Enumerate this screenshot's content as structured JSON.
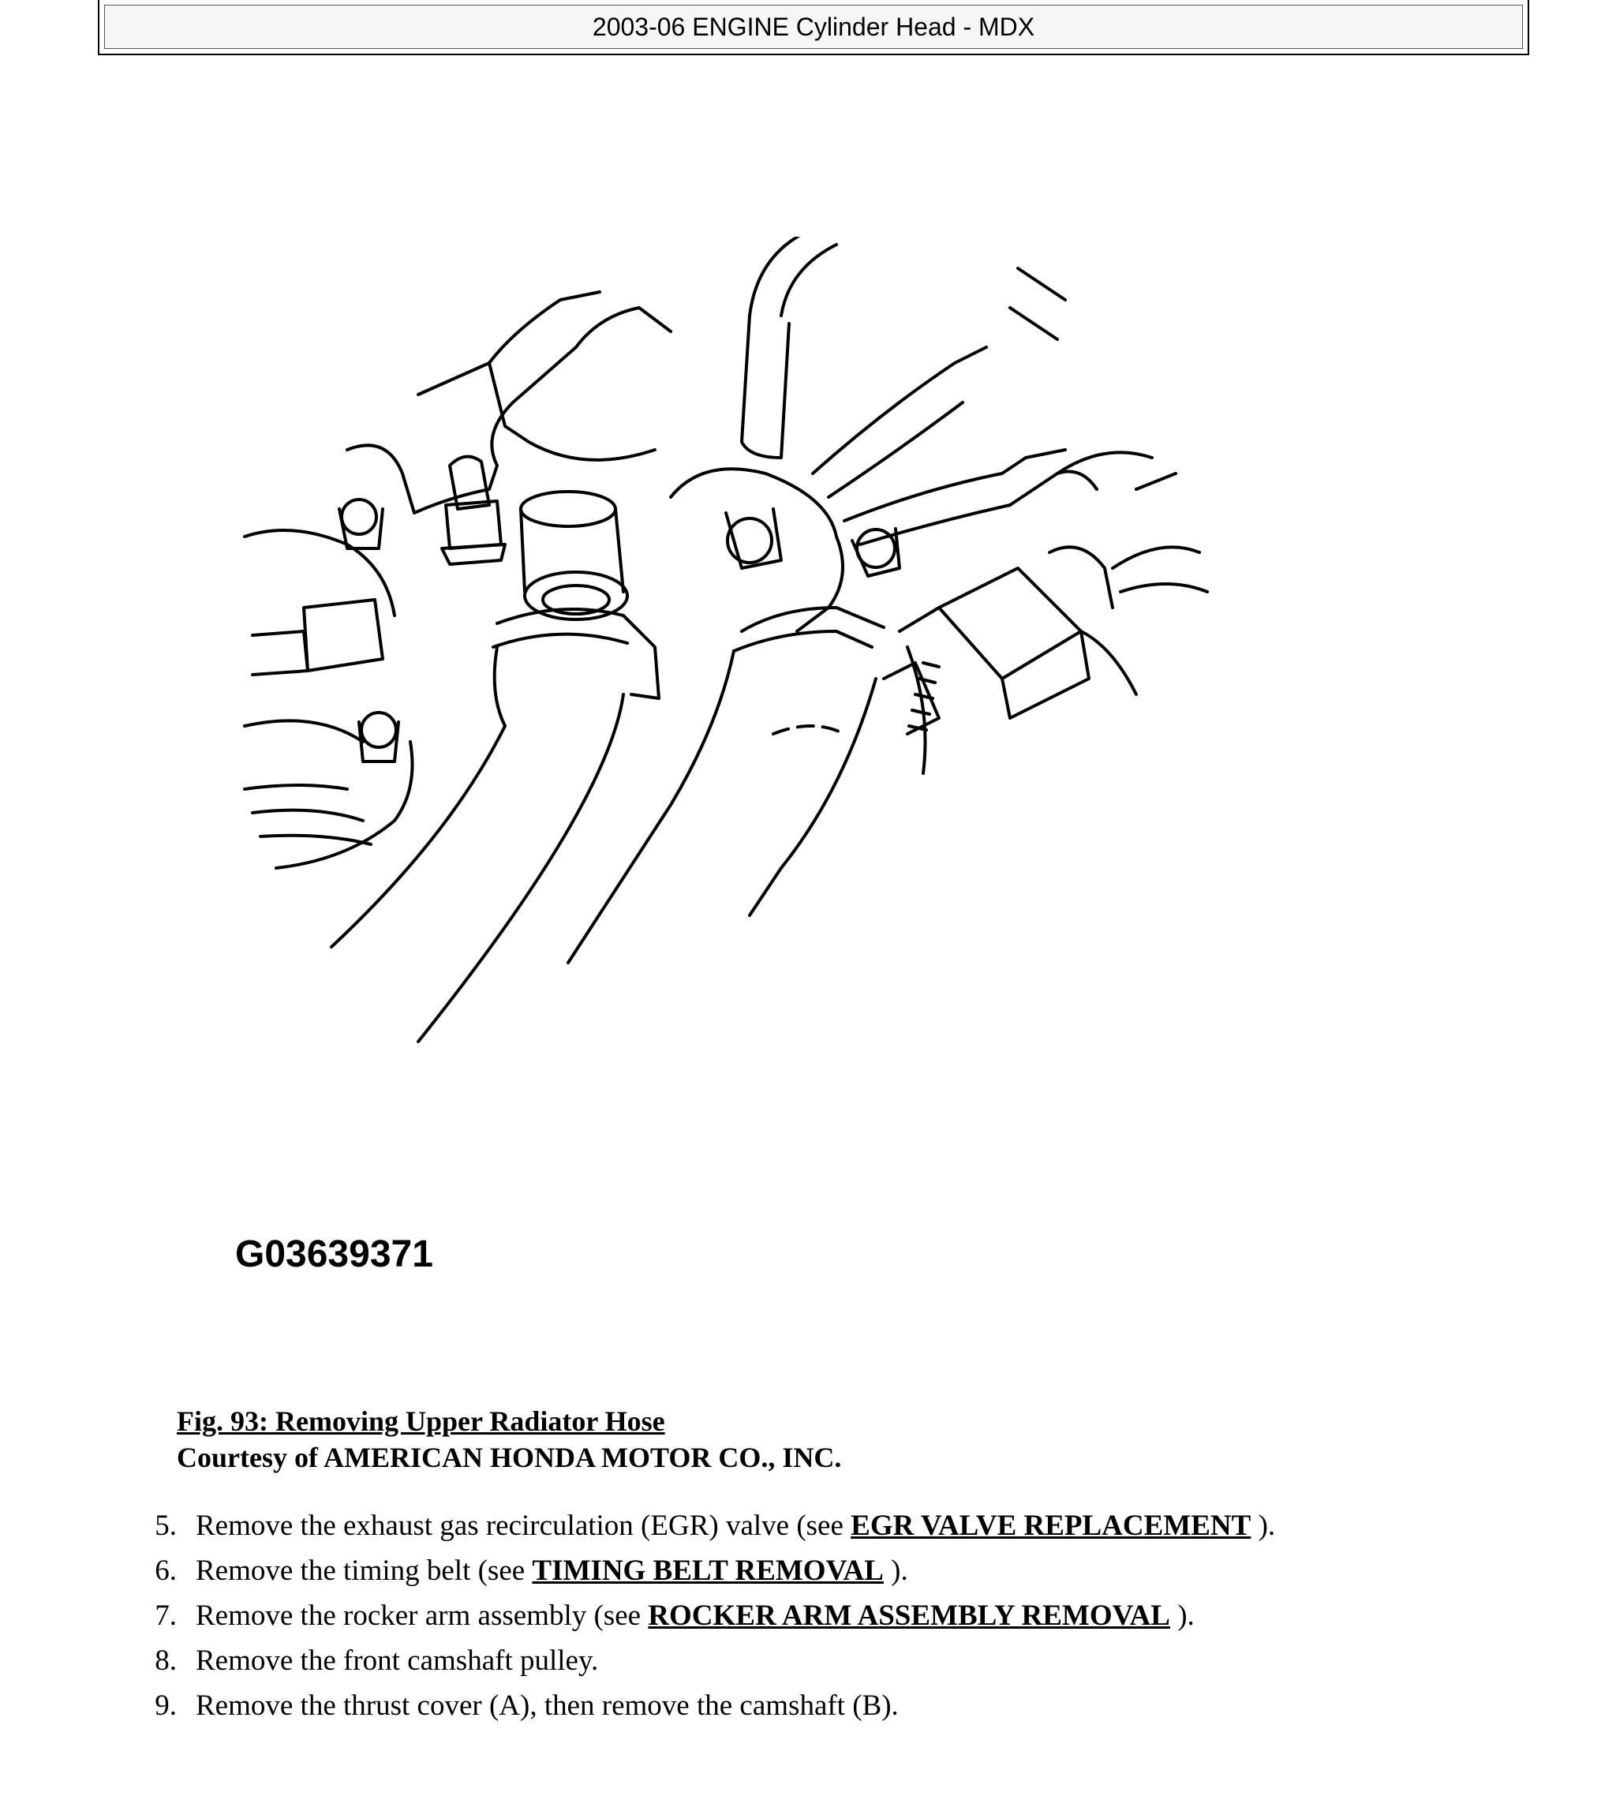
{
  "header": {
    "title": "2003-06 ENGINE Cylinder Head - MDX"
  },
  "figure": {
    "image_id_label": "G03639371",
    "caption_title": "Fig. 93: Removing Upper Radiator Hose",
    "caption_credit": "Courtesy of AMERICAN HONDA MOTOR CO., INC."
  },
  "steps": [
    {
      "num": "5.",
      "pre": "Remove the exhaust gas recirculation (EGR) valve (see ",
      "link": "EGR VALVE REPLACEMENT",
      "post": " )."
    },
    {
      "num": "6.",
      "pre": "Remove the timing belt (see ",
      "link": "TIMING BELT REMOVAL",
      "post": " )."
    },
    {
      "num": "7.",
      "pre": "Remove the rocker arm assembly (see ",
      "link": "ROCKER ARM ASSEMBLY REMOVAL",
      "post": " )."
    },
    {
      "num": "8.",
      "pre": "Remove the front camshaft pulley.",
      "link": "",
      "post": ""
    },
    {
      "num": "9.",
      "pre": "Remove the thrust cover (A), then remove the camshaft (B).",
      "link": "",
      "post": ""
    }
  ]
}
